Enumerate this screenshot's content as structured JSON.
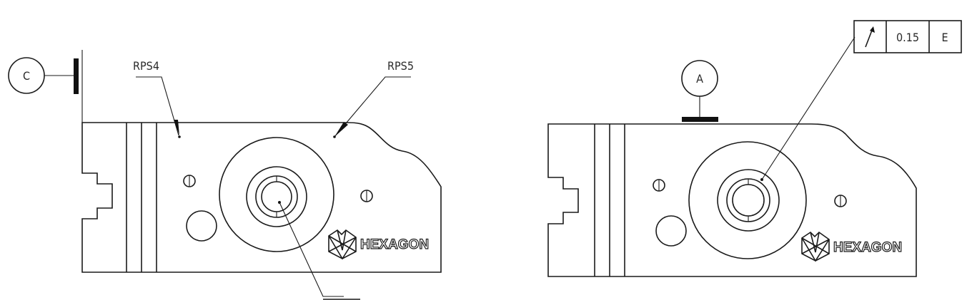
{
  "drawing": {
    "left_view": {
      "datum_label": "C",
      "rps_labels": [
        "RPS4",
        "RPS5"
      ],
      "logo_text": "HEXAGON"
    },
    "right_view": {
      "datum_label": "A",
      "feature_control_frame": {
        "symbol": "runout-arrow",
        "tolerance": "0.15",
        "datum": "E"
      },
      "logo_text": "HEXAGON"
    },
    "colors": {
      "line": "#1a1a1a",
      "background": "#ffffff"
    }
  }
}
